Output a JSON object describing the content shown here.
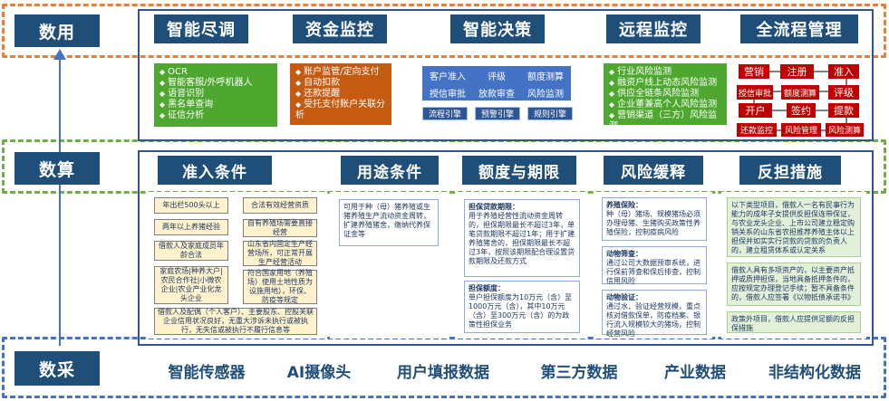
{
  "layers": {
    "use": {
      "label": "数用"
    },
    "compute": {
      "label": "数算"
    },
    "collect": {
      "label": "数采"
    }
  },
  "use": {
    "headers": [
      "智能尽调",
      "资金监控",
      "智能决策",
      "远程监控",
      "全流程管理"
    ],
    "due_diligence": [
      "OCR",
      "智能客服/外呼机器人",
      "语音识别",
      "黑名单查询",
      "征信分析"
    ],
    "fund_monitor": [
      "账户监管/定向支付",
      "自动扣款",
      "还款提醒",
      "受托支付账户关联分析"
    ],
    "decision_grid": [
      "客户准入",
      "评级",
      "额度测算",
      "授信审批",
      "放款审查",
      "风险监测"
    ],
    "engines": [
      "流程引擎",
      "预警引擎",
      "规则引擎"
    ],
    "remote_monitor": [
      "行业风险监测",
      "融资户线上动态风险监测",
      "供应全链条风险监测",
      "企业董兼高个人风险监测",
      "营销渠道（三方）风险监测"
    ],
    "process": {
      "row1": [
        "营销",
        "注册",
        "准入"
      ],
      "row2": [
        "授信审批",
        "额度测算",
        "评级"
      ],
      "row3": [
        "开户",
        "签约",
        "提款"
      ],
      "row4": [
        "还款监控",
        "风险管理",
        "风险测算"
      ]
    }
  },
  "compute": {
    "headers": [
      "准入条件",
      "用途条件",
      "额度与期限",
      "风险缓释",
      "反担措施"
    ],
    "admission": {
      "left": [
        "年出栏500头以上",
        "两年以上养猪经验",
        "借款人及家庭成员年龄合法",
        "家庭农场|种养大户|农民合作社|小微农企业|农业产业化龙头企业"
      ],
      "right": [
        "合法有效经营资质",
        "自有养殖场需要直接经营",
        "山东省内固定生产经营场所，可正常开展生产经营活动",
        "符合国家用地（养殖场）使用土地性质为设施用地），环保、防疫等规定"
      ],
      "bottom": "借款人及配偶（个人客户）、主要股东、控股关联企业信用状况良好，无重大涉诉未执行或被执行，无失信或被执行不履行信息等"
    },
    "purpose": "可用于种（母）猪养殖或生猪养殖生产流动资金周转，扩建养殖猪舍，缴纳代养保证金等",
    "limit": {
      "title1": "担保贷款期限：",
      "text1": "用于养殖经营性流动资金周转的，担保期限最长不超过3年，单笔贷款期限不超过1年；用于扩建养殖猪舍的，担保期限最长不超过3年，按照该期限配合理设置贷款期限及还款方式",
      "title2": "担保额度：",
      "text2": "单户担保额度为10万元（含）至1000万元（含），其中10万元（含）至300万元（含）的为政策性担保业务"
    },
    "mitigation": {
      "title1": "养殖保险：",
      "text1": "种（母）猪场、规模猪场必须办理母猪、生猪购买政策性养殖保险，控制疫病风险",
      "title2": "动物筛查：",
      "text2": "通过公司大数据预审系统，进行保前筛查和保后排查，控制信用风险",
      "title3": "动物验证：",
      "text3": "通过水、验证经营规模，重点核对借款保单，防疫档案、银行流入规模较大的猪场，控制经营风险"
    },
    "counter": [
      "以下类型项目，借款人一名有民事行为能力的成年子女提供反担保连带保证，与农业龙头企业、上市公司建立稳定购销关系的山东省农担推荐养殖主体以上担保并如实实行贷款的贷款的负责人的，建立租赁体系或认定关系",
      "借款人具有多项资产的，以主要资产抵押或质押担保，当地具备抵押条件的，应按规定办理登记手续；暂不具备条件的，借款人应签署《以物抵债承诺书》",
      "政策外项目，借款人应提供足额的反担保措施"
    ]
  },
  "collect": {
    "items": [
      "智能传感器",
      "AI摄像头",
      "用户填报数据",
      "第三方数据",
      "产业数据",
      "非结构化数据"
    ]
  },
  "colors": {
    "use_frame": "#ed7d31",
    "compute_frame": "#70ad47",
    "collect_frame": "#4472c4",
    "header_bg": "#1f4e79"
  }
}
